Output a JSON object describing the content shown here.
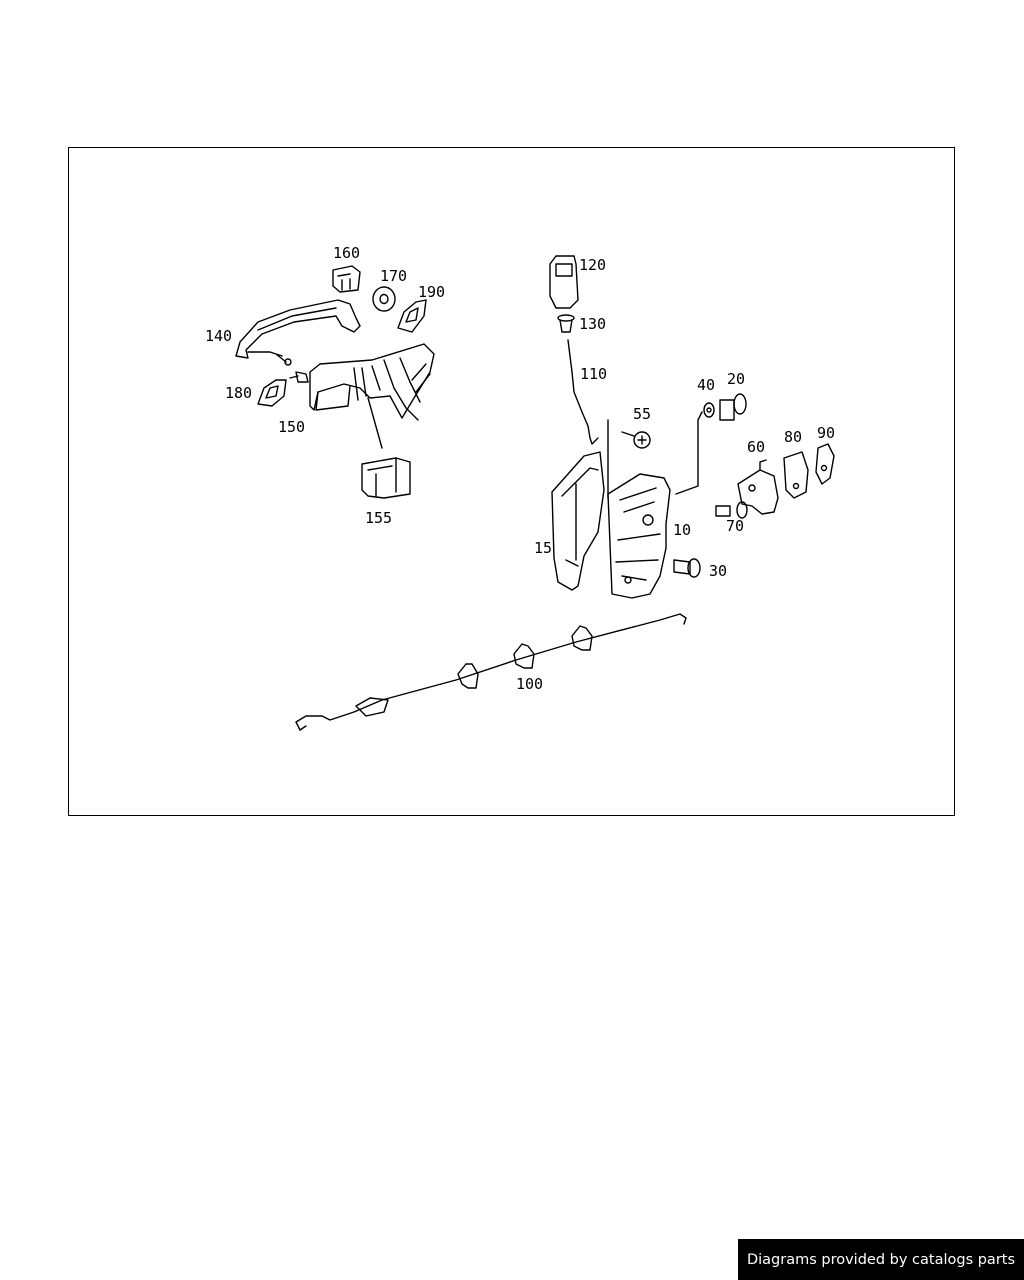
{
  "diagram": {
    "part_labels": {
      "p10": "10",
      "p15": "15",
      "p20": "20",
      "p30": "30",
      "p40": "40",
      "p55": "55",
      "p60": "60",
      "p70": "70",
      "p80": "80",
      "p90": "90",
      "p100": "100",
      "p110": "110",
      "p120": "120",
      "p130": "130",
      "p140": "140",
      "p150": "150",
      "p155": "155",
      "p160": "160",
      "p170": "170",
      "p180": "180",
      "p190": "190"
    }
  },
  "footer": {
    "credit": "Diagrams provided by catalogs parts"
  },
  "colors": {
    "line": "#000000",
    "background": "#ffffff",
    "footer_bg": "#000000",
    "footer_text": "#ffffff"
  }
}
